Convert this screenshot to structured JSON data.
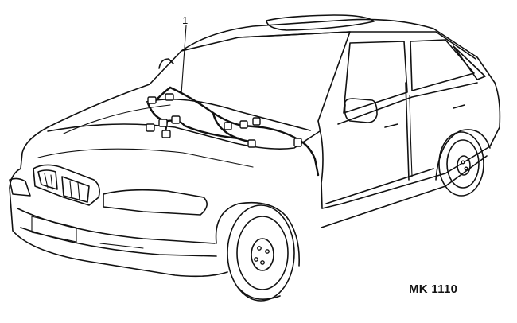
{
  "figure": {
    "callout_number": "1",
    "reference_code": "MK 1110"
  },
  "subject": {
    "icon": "car-wiring-harness-icon",
    "connector_count": 11
  },
  "colors": {
    "line": "#111111",
    "background": "#ffffff"
  }
}
